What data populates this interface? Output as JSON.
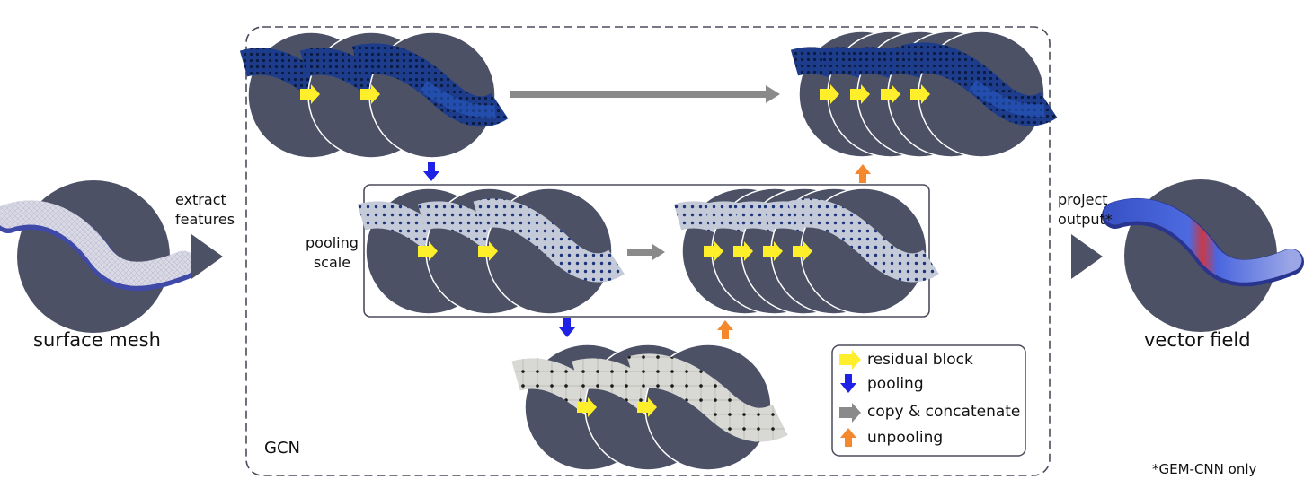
{
  "labels": {
    "input": "surface mesh",
    "output": "vector field",
    "extract": [
      "extract",
      "features"
    ],
    "project": [
      "project",
      "output*"
    ],
    "pooling_scale": [
      "pooling",
      "scale"
    ],
    "gcn": "GCN",
    "footnote": "*GEM-CNN only"
  },
  "legend": [
    {
      "icon": "residual-block-arrow-icon",
      "label": "residual block",
      "color": "#ffef2b"
    },
    {
      "icon": "pooling-arrow-icon",
      "label": "pooling",
      "color": "#1e22e6"
    },
    {
      "icon": "copy-concatenate-arrow-icon",
      "label": "copy & concatenate",
      "color": "#8a8a8a"
    },
    {
      "icon": "unpooling-arrow-icon",
      "label": "unpooling",
      "color": "#f5882d"
    }
  ],
  "colors": {
    "disc_background": "#4d5166",
    "residual_block": "#ffef2b",
    "pooling": "#1e22e6",
    "copy_concatenate": "#8a8a8a",
    "unpooling": "#f5882d",
    "container_border": "#4a4c5c"
  }
}
